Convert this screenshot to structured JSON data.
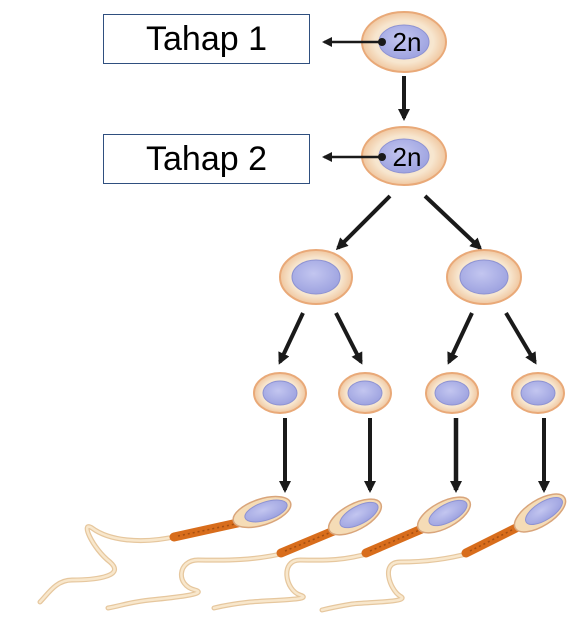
{
  "stages": [
    {
      "label": "Tahap 1",
      "ploidy": "2n"
    },
    {
      "label": "Tahap 2",
      "ploidy": "2n"
    }
  ],
  "colors": {
    "cell_fill": "#f7e3c8",
    "cell_stroke": "#e9a978",
    "nucleus": "#a9aee6",
    "nucleus_stroke": "#8d92d2",
    "arrow": "#1a1a1a",
    "midpiece": "#d86d1c",
    "tail": "#f5dcb6",
    "box_border": "#2f4f7f"
  }
}
